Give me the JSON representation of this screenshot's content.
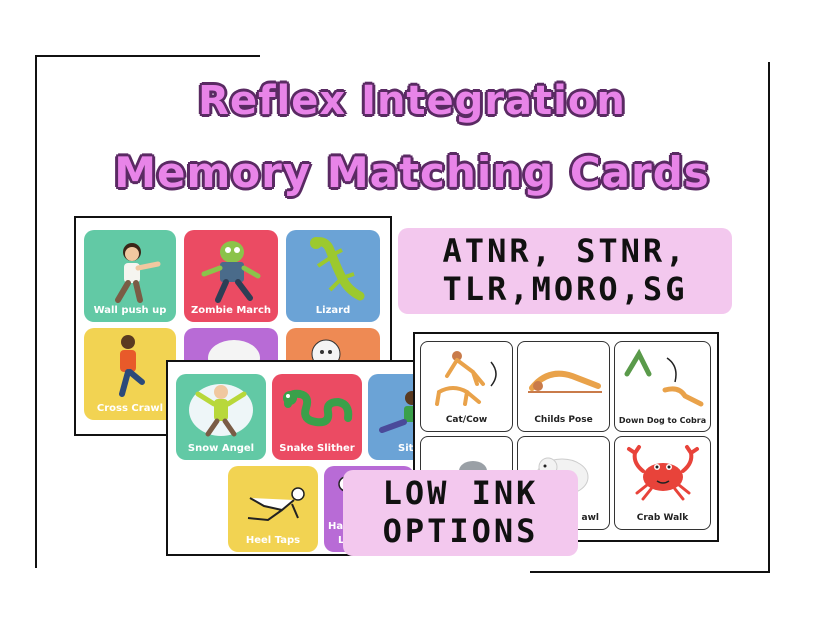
{
  "title": {
    "line1": "Reflex Integration",
    "line2": "Memory Matching Cards"
  },
  "badges": {
    "reflexes_line1": "ATNR, STNR,",
    "reflexes_line2": "TLR,MORO,SG",
    "low_ink_line1": "LOW INK",
    "low_ink_line2": "OPTIONS"
  },
  "sheet_back": {
    "cards": [
      {
        "label": "Wall push up",
        "color": "#62c9a5",
        "icon": "boy-pushing-icon"
      },
      {
        "label": "Zombie March",
        "color": "#eb4b63",
        "icon": "zombie-icon"
      },
      {
        "label": "Lizard",
        "color": "#6ba3d6",
        "icon": "lizard-icon"
      },
      {
        "label": "Cross Crawl",
        "color": "#f2d352",
        "icon": "girl-cross-crawl-icon"
      },
      {
        "label": "",
        "color": "#b86bd6",
        "icon": "polar-bear-icon"
      },
      {
        "label": "",
        "color": "#ee8a54",
        "icon": "ghost-icon"
      }
    ]
  },
  "sheet_front": {
    "cards": [
      {
        "label": "Snow Angel",
        "color": "#62c9a5",
        "icon": "snow-angel-icon"
      },
      {
        "label": "Snake Slither",
        "color": "#eb4b63",
        "icon": "snake-icon"
      },
      {
        "label": "Sit W",
        "color": "#6ba3d6",
        "icon": "sitting-boy-icon"
      },
      {
        "label": "Heel Taps",
        "color": "#f2d352",
        "icon": "heel-taps-icon"
      },
      {
        "label": "Half S",
        "color": "#b86bd6",
        "icon": "half-squat-icon"
      },
      {
        "label": "La",
        "color": "#b86bd6",
        "icon": ""
      }
    ]
  },
  "sheet_lowink": {
    "cards": [
      {
        "label": "Cat/Cow",
        "icon": "cat-cow-pose-icon"
      },
      {
        "label": "Childs Pose",
        "icon": "childs-pose-icon"
      },
      {
        "label": "Down Dog to Cobra",
        "icon": "down-dog-icon"
      },
      {
        "label": "",
        "icon": "donkey-icon"
      },
      {
        "label": "awl",
        "icon": "polar-bear-outline-icon"
      },
      {
        "label": "Crab Walk",
        "icon": "crab-icon"
      }
    ]
  }
}
